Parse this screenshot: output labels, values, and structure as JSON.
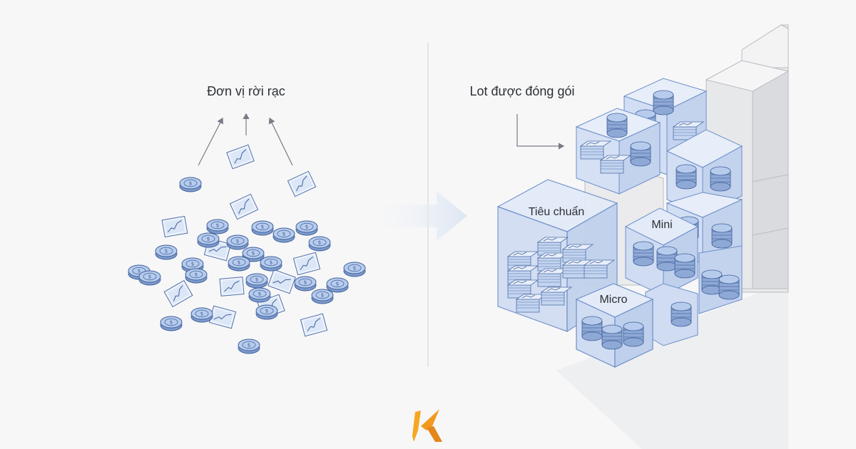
{
  "left_panel": {
    "label": "Đơn vị rời rạc"
  },
  "right_panel": {
    "label": "Lot được đóng gói",
    "boxes": [
      {
        "key": "standard",
        "label": "Tiêu chuẩn"
      },
      {
        "key": "mini",
        "label": "Mini"
      },
      {
        "key": "micro",
        "label": "Micro"
      }
    ]
  },
  "icons": {
    "coin": "dollar-coin-icon",
    "document": "chart-document-icon",
    "arrow": "transition-arrow-icon",
    "logo": "k-brand-logo"
  },
  "colors": {
    "background": "#f7f7f8",
    "coin_fill": "#a9c2ea",
    "coin_edge": "#4f6fa8",
    "box_fill": "#d9e5f7",
    "box_edge": "#6d8fc9",
    "gray_block": "#e8e8ea",
    "logo_orange": "#f29a1f"
  }
}
